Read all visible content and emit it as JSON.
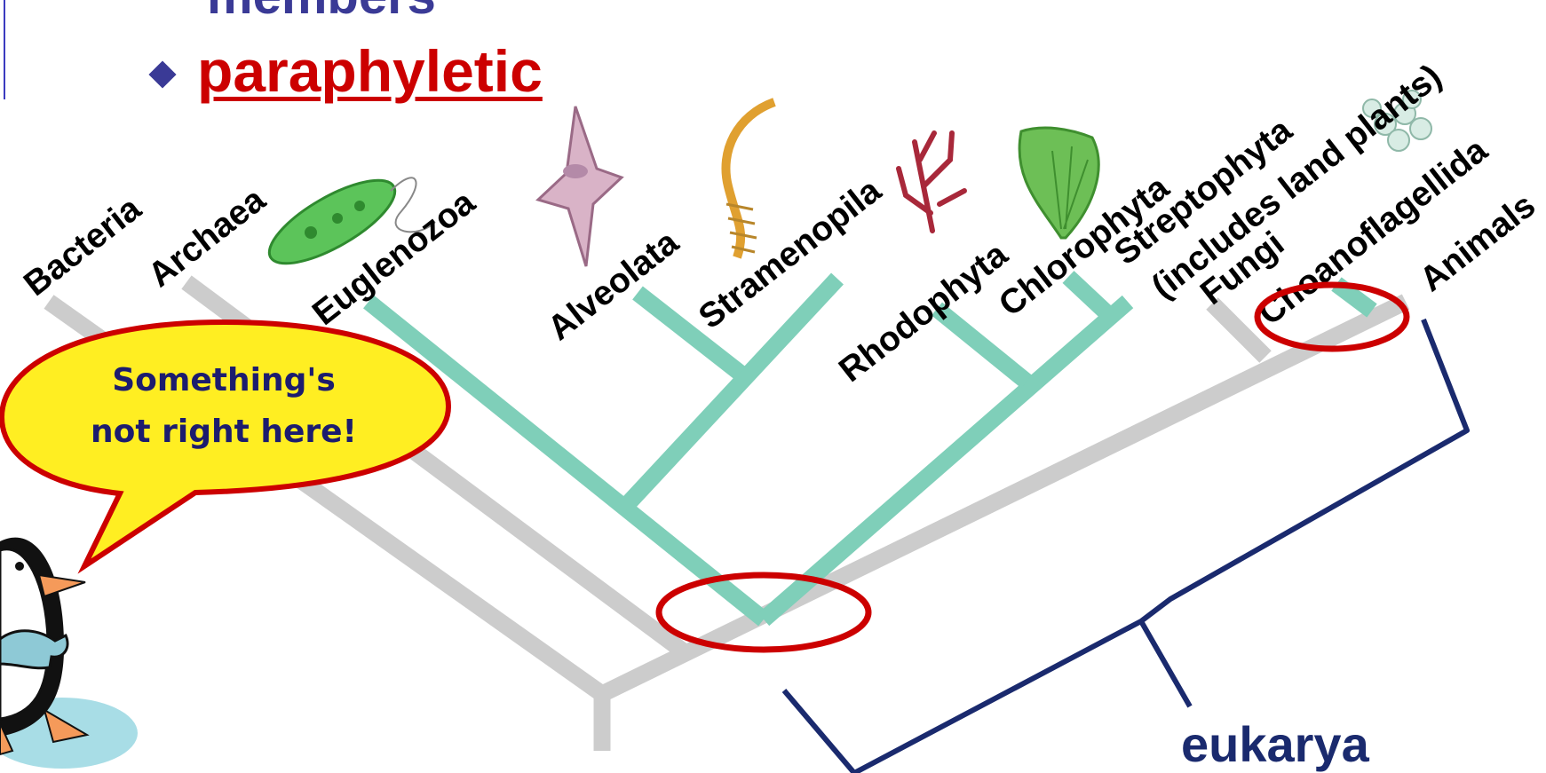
{
  "slide": {
    "heading_top": "members",
    "bullet_term": "paraphyletic"
  },
  "tree": {
    "taxa": [
      {
        "id": "bacteria",
        "label": "Bacteria",
        "group": "prokaryote"
      },
      {
        "id": "archaea",
        "label": "Archaea",
        "group": "prokaryote"
      },
      {
        "id": "euglenozoa",
        "label": "Euglenozoa",
        "group": "eukaryote"
      },
      {
        "id": "alveolata",
        "label": "Alveolata",
        "group": "eukaryote"
      },
      {
        "id": "stramenopila",
        "label": "Stramenopila",
        "group": "eukaryote"
      },
      {
        "id": "rhodophyta",
        "label": "Rhodophyta",
        "group": "eukaryote"
      },
      {
        "id": "chlorophyta",
        "label": "Chlorophyta",
        "group": "eukaryote"
      },
      {
        "id": "streptophyta",
        "label": "Streptophyta",
        "group": "eukaryote"
      },
      {
        "id": "streptophyta_note",
        "label": "(includes land plants)",
        "group": "eukaryote"
      },
      {
        "id": "fungi",
        "label": "Fungi",
        "group": "eukaryote"
      },
      {
        "id": "choanoflagellida",
        "label": "Choanoflagellida",
        "group": "eukaryote"
      },
      {
        "id": "animals",
        "label": "Animals",
        "group": "eukaryote"
      }
    ],
    "highlight_color": "#7fcfb9",
    "base_color": "#cccccc",
    "circle_color": "#cc0000"
  },
  "callout": {
    "line1": "Something's",
    "line2": "not right here!",
    "fill_color": "#ffee22",
    "border_color": "#cc0000"
  },
  "bracket": {
    "label": "eukarya",
    "color": "#1a2a6e"
  },
  "icons": {
    "mascot": "penguin-mascot-icon",
    "organisms": [
      "euglena-icon",
      "dinoflagellate-icon",
      "diatom-chain-icon",
      "red-alga-icon",
      "green-alga-icon",
      "choanoflagellate-colony-icon"
    ]
  }
}
